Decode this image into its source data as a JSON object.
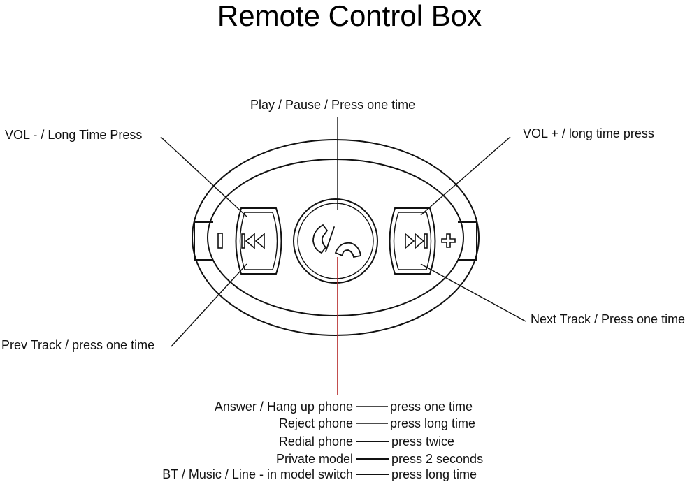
{
  "title": "Remote Control Box",
  "labels": {
    "play_pause": "Play / Pause / Press one time",
    "vol_minus": "VOL - / Long Time Press",
    "vol_plus": "VOL + / long time press",
    "next_track": "Next Track / Press one time",
    "prev_track": "Prev Track / press one time"
  },
  "functions": [
    {
      "name": "Answer / Hang up phone",
      "action": "press one time"
    },
    {
      "name": "Reject phone",
      "action": "press long time"
    },
    {
      "name": "Redial phone",
      "action": "press twice"
    },
    {
      "name": "Private model",
      "action": "press 2 seconds"
    },
    {
      "name": "BT / Music / Line - in model switch",
      "action": "press long time"
    }
  ],
  "buttons": {
    "left": "previous-track-icon",
    "center": "phone-call-icon",
    "right": "next-track-icon",
    "minus_side": "minus-icon",
    "plus_side": "plus-icon"
  },
  "colors": {
    "outline": "#111111",
    "accent_line": "#b22222"
  }
}
